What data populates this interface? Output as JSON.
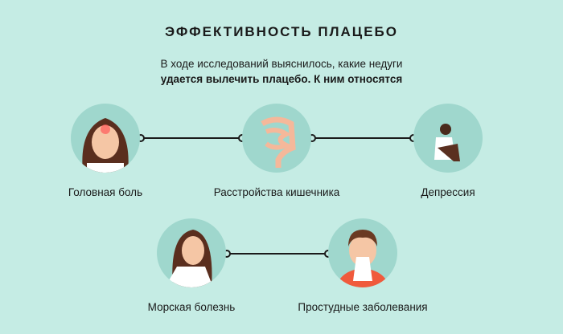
{
  "title": "ЭФФЕКТИВНОСТЬ ПЛАЦЕБО",
  "subtitle": {
    "line1": "В ходе исследований выяснилось, какие недуги",
    "line2": "удается вылечить плацебо. К ним относятся"
  },
  "items": [
    {
      "label": "Головная боль",
      "icon": "headache-woman-icon"
    },
    {
      "label": "Расстройства кишечника",
      "icon": "intestine-icon"
    },
    {
      "label": "Депрессия",
      "icon": "depressed-person-icon"
    },
    {
      "label": "Морская болезнь",
      "icon": "nauseous-woman-icon"
    },
    {
      "label": "Простудные заболевания",
      "icon": "sneezing-man-icon"
    }
  ],
  "colors": {
    "background": "#c5ece4",
    "circle": "#9fd7cd"
  }
}
